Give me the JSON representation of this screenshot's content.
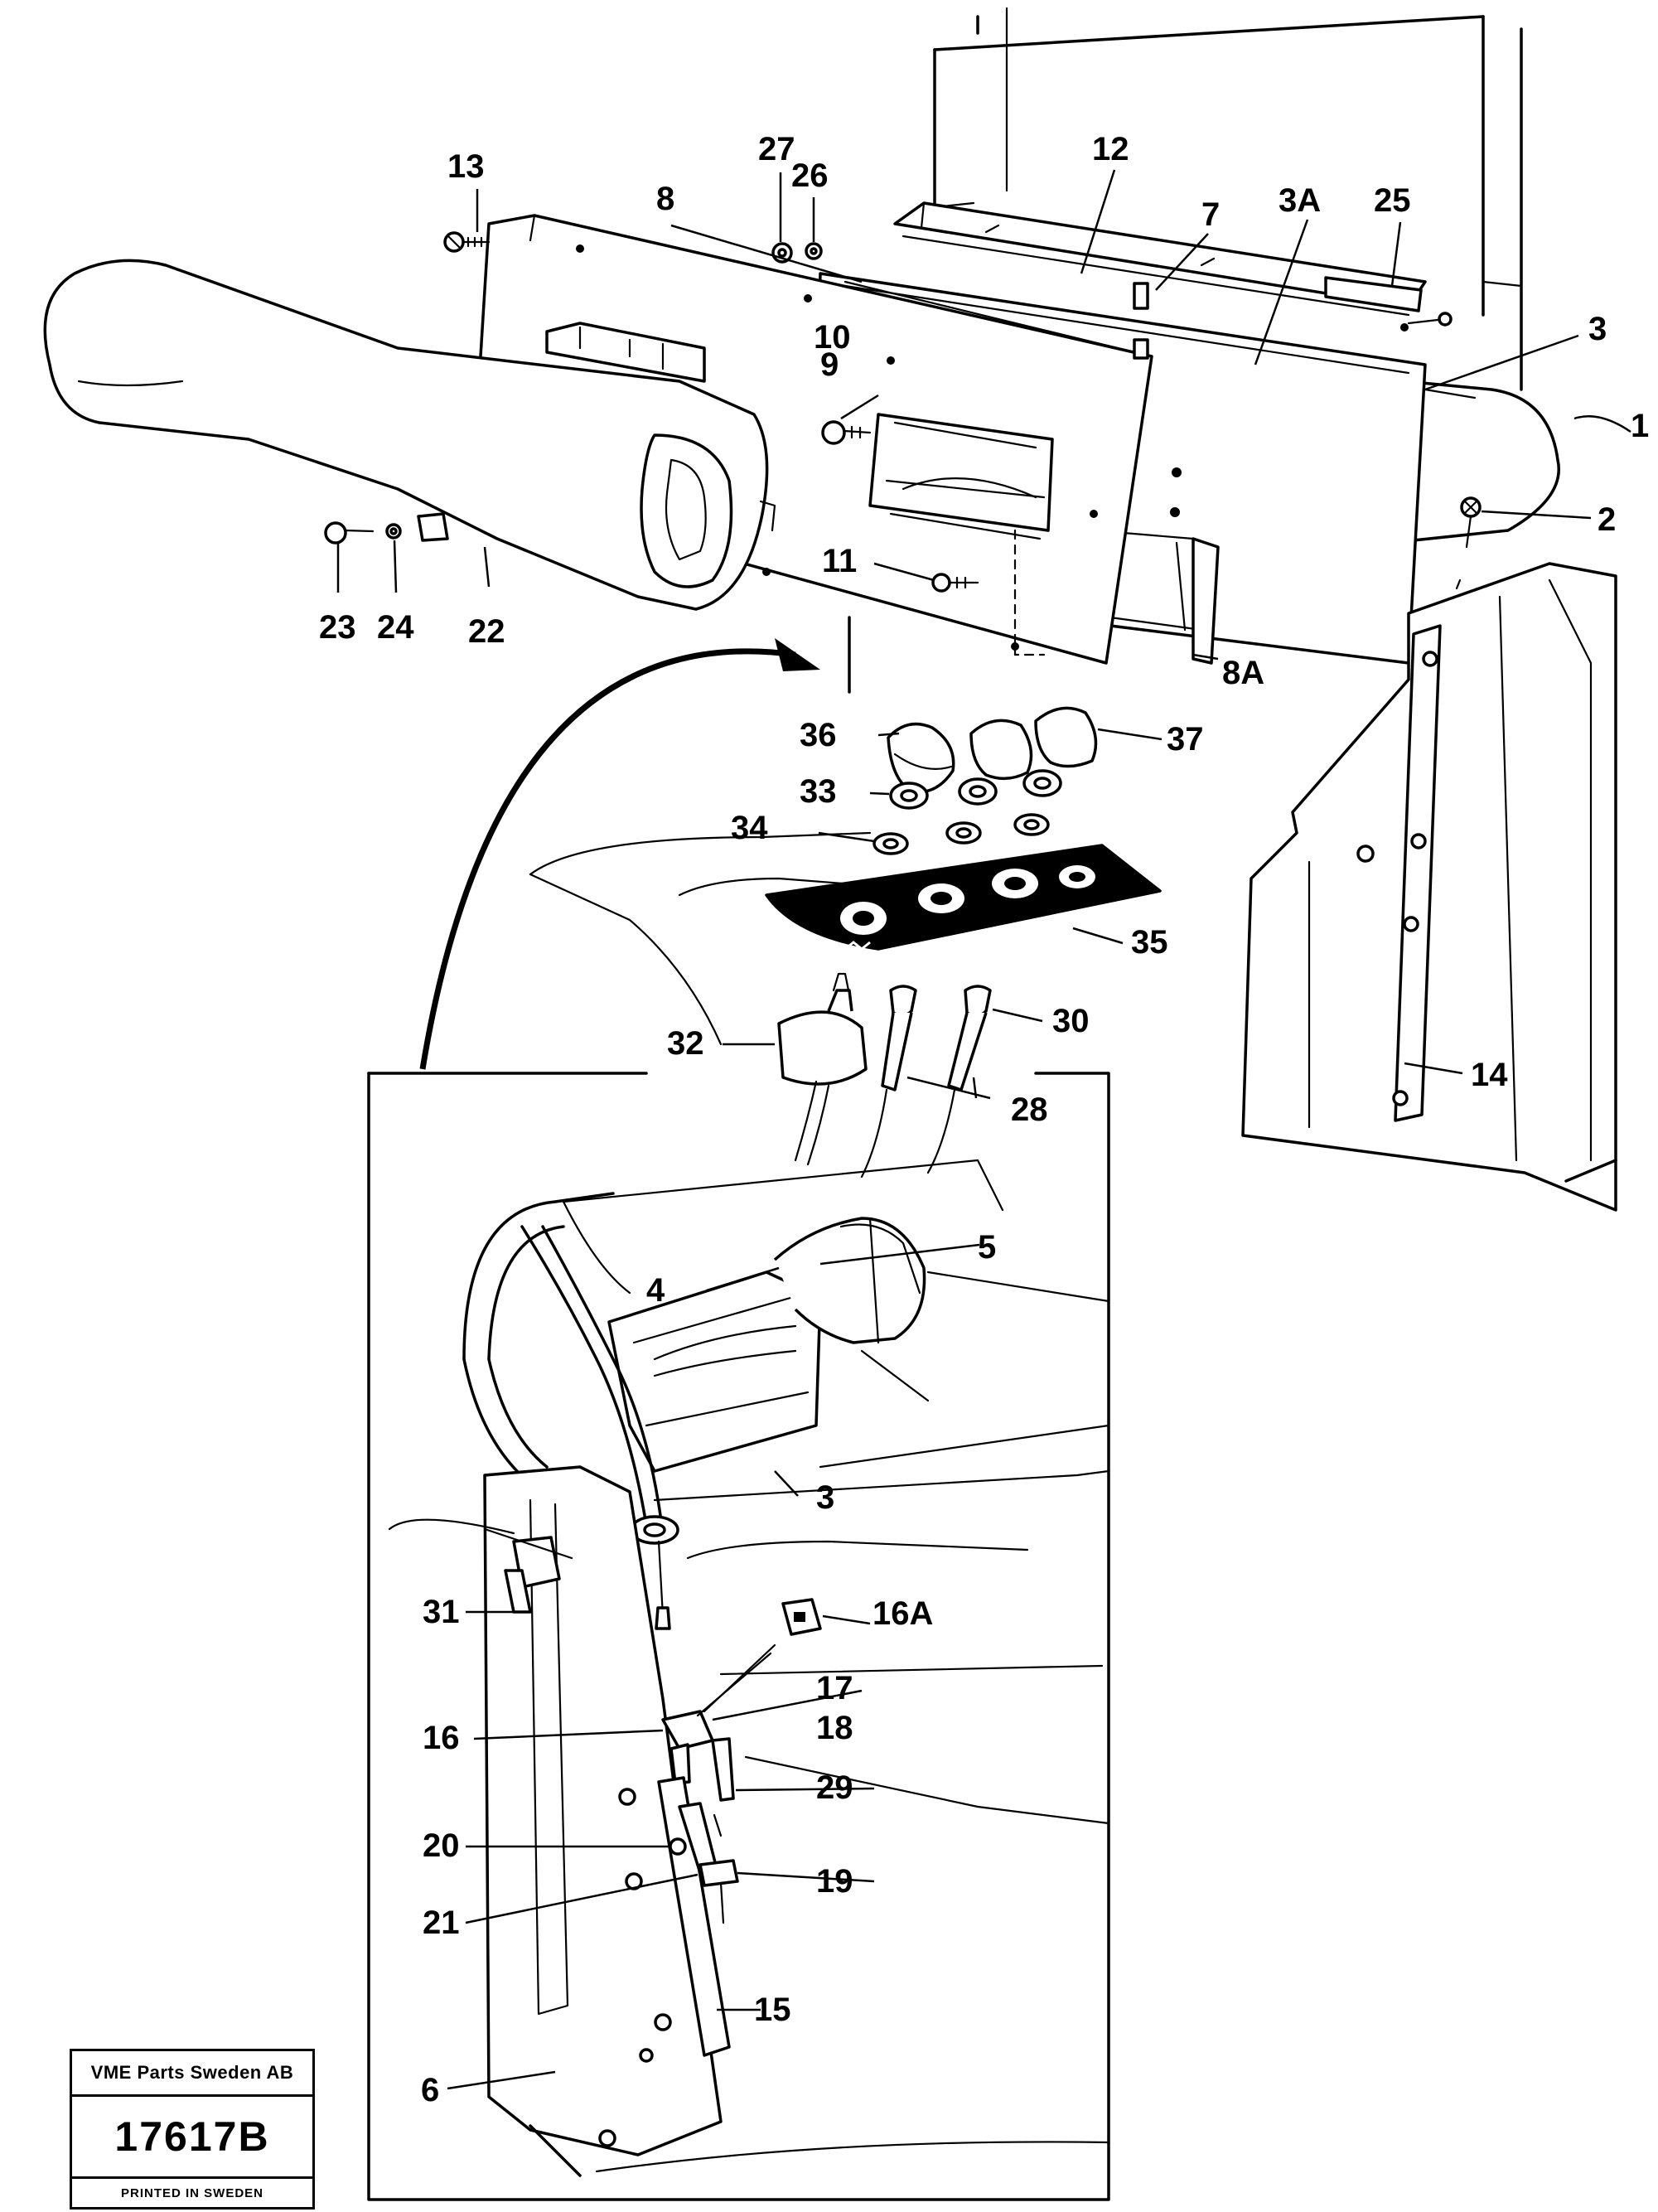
{
  "drawing": {
    "callouts": [
      {
        "id": "c13",
        "text": "13"
      },
      {
        "id": "c27",
        "text": "27"
      },
      {
        "id": "c26",
        "text": "26"
      },
      {
        "id": "c12",
        "text": "12"
      },
      {
        "id": "c8",
        "text": "8"
      },
      {
        "id": "c7",
        "text": "7"
      },
      {
        "id": "c3A",
        "text": "3A"
      },
      {
        "id": "c25",
        "text": "25"
      },
      {
        "id": "c3top",
        "text": "3"
      },
      {
        "id": "c1",
        "text": "1"
      },
      {
        "id": "c10",
        "text": "10"
      },
      {
        "id": "c9",
        "text": "9"
      },
      {
        "id": "c2",
        "text": "2"
      },
      {
        "id": "c11",
        "text": "11"
      },
      {
        "id": "c23",
        "text": "23"
      },
      {
        "id": "c24",
        "text": "24"
      },
      {
        "id": "c22",
        "text": "22"
      },
      {
        "id": "c8A",
        "text": "8A"
      },
      {
        "id": "c36",
        "text": "36"
      },
      {
        "id": "c37",
        "text": "37"
      },
      {
        "id": "c33",
        "text": "33"
      },
      {
        "id": "c34",
        "text": "34"
      },
      {
        "id": "c35",
        "text": "35"
      },
      {
        "id": "c32",
        "text": "32"
      },
      {
        "id": "c30",
        "text": "30"
      },
      {
        "id": "c28",
        "text": "28"
      },
      {
        "id": "c14",
        "text": "14"
      },
      {
        "id": "c5",
        "text": "5"
      },
      {
        "id": "c4",
        "text": "4"
      },
      {
        "id": "c3low",
        "text": "3"
      },
      {
        "id": "c31",
        "text": "31"
      },
      {
        "id": "c16A",
        "text": "16A"
      },
      {
        "id": "c17",
        "text": "17"
      },
      {
        "id": "c18",
        "text": "18"
      },
      {
        "id": "c16",
        "text": "16"
      },
      {
        "id": "c29",
        "text": "29"
      },
      {
        "id": "c20",
        "text": "20"
      },
      {
        "id": "c19",
        "text": "19"
      },
      {
        "id": "c21",
        "text": "21"
      },
      {
        "id": "c15",
        "text": "15"
      },
      {
        "id": "c6",
        "text": "6"
      }
    ]
  },
  "stamp": {
    "company": "VME Parts Sweden AB",
    "number": "17617B",
    "origin": "PRINTED IN SWEDEN"
  }
}
